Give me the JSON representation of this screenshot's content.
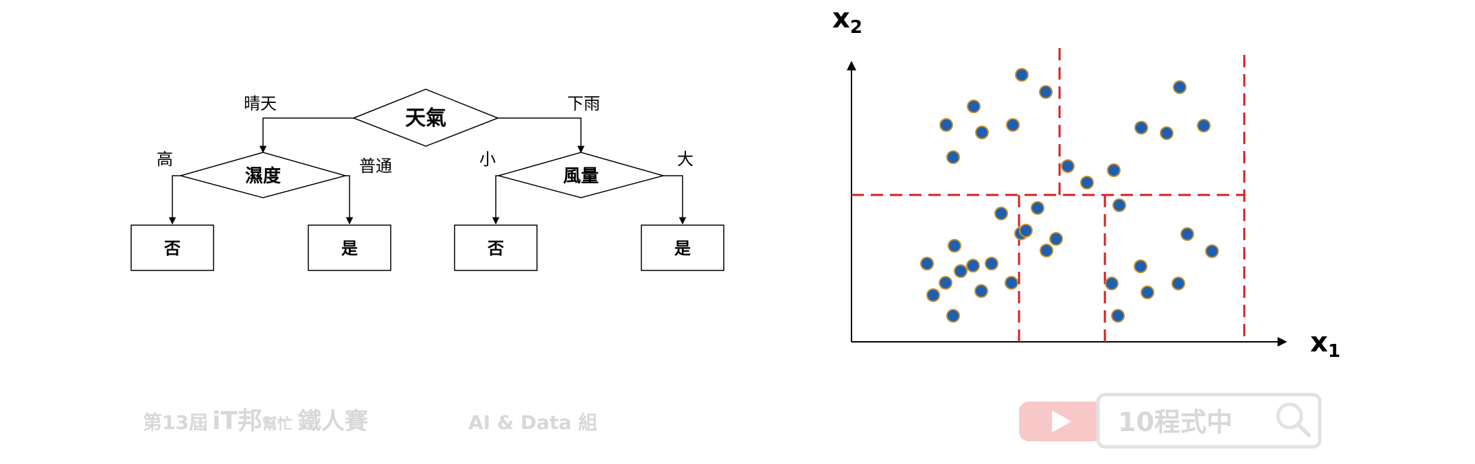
{
  "tree": {
    "root": {
      "label": "天氣"
    },
    "branches": [
      {
        "edge_label": "晴天",
        "node": {
          "label": "濕度"
        },
        "children": [
          {
            "edge_label": "高",
            "leaf": "否"
          },
          {
            "edge_label": "普通",
            "leaf": "是"
          }
        ]
      },
      {
        "edge_label": "下雨",
        "node": {
          "label": "風量"
        },
        "children": [
          {
            "edge_label": "小",
            "leaf": "否"
          },
          {
            "edge_label": "大",
            "leaf": "是"
          }
        ]
      }
    ]
  },
  "scatter": {
    "x_axis_label": "x",
    "x_axis_subscript": "1",
    "y_axis_label": "x",
    "y_axis_subscript": "2",
    "point_color": "#1f5fb0",
    "point_edge_color": "#c8902c",
    "split_color": "#d42020"
  },
  "footer": {
    "event_prefix": "第13屆",
    "event_brand": "iT邦",
    "event_brand_small": "幫忙",
    "event_suffix": "鐵人賽",
    "category": "AI & Data 組",
    "search_text": "10程式中",
    "watermark_color": "#d8d8d8",
    "youtube_color": "#f8c8c8"
  }
}
